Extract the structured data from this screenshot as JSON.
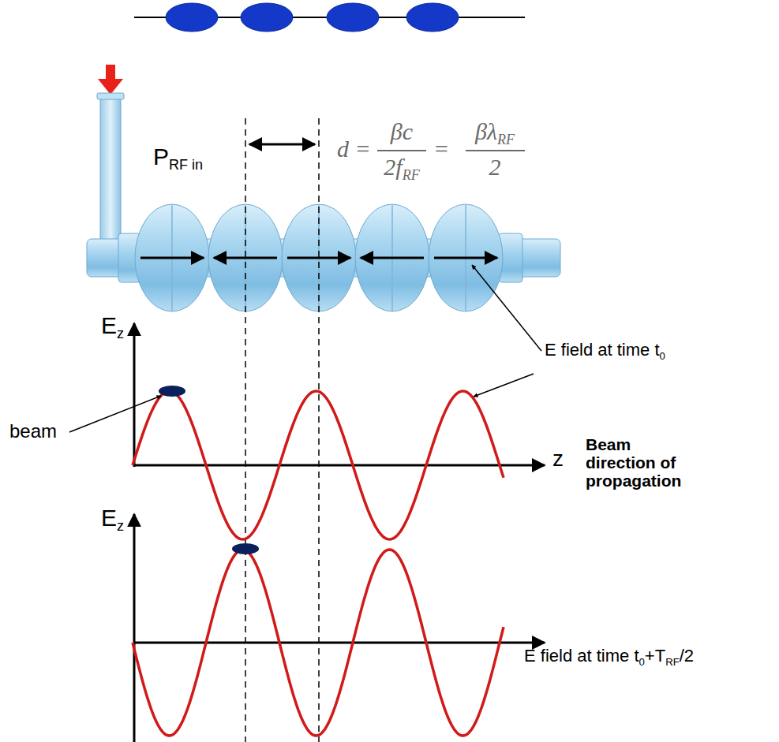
{
  "diagram": {
    "labels": [
      "P",
      "RF in",
      "d =",
      "βc",
      "2f",
      "RF",
      "=",
      "βλ",
      "RF",
      "2",
      "E",
      "z",
      "beam",
      "E field at time t",
      "0",
      "z",
      "Beam direction of propagation",
      "E",
      "z",
      "E field at time t",
      "0",
      "+T",
      "RF",
      "/2"
    ]
  }
}
